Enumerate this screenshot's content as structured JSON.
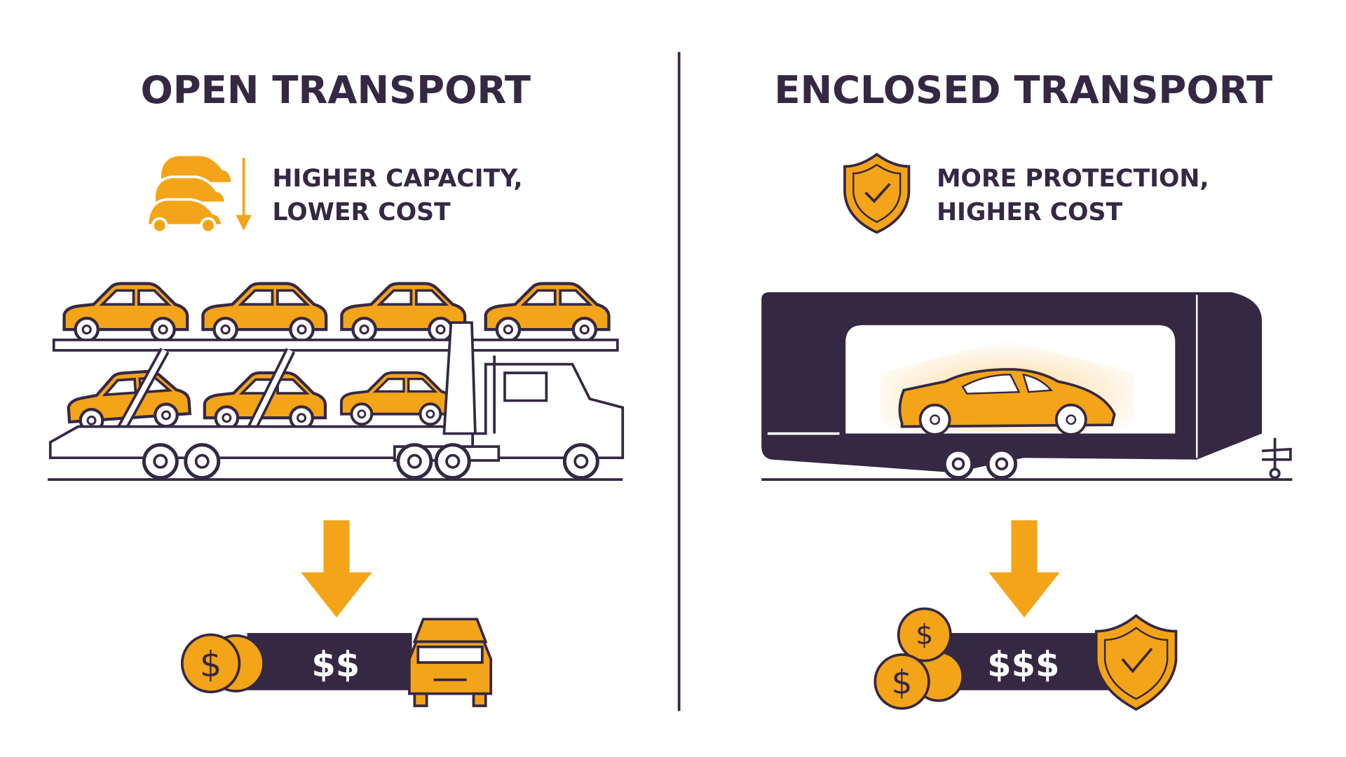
{
  "colors": {
    "purple": "#352843",
    "orange": "#f4a418",
    "white": "#ffffff"
  },
  "left": {
    "title": "OPEN TRANSPORT",
    "benefit_line1": "HIGHER CAPACITY,",
    "benefit_line2": "LOWER COST",
    "benefit_icon": "stacked-cars-down-arrow-icon",
    "price": "$$",
    "price_icons": [
      "coin-icon",
      "car-front-icon"
    ]
  },
  "right": {
    "title": "ENCLOSED TRANSPORT",
    "benefit_line1": "MORE PROTECTION,",
    "benefit_line2": "HIGHER COST",
    "benefit_icon": "shield-check-icon",
    "price": "$$$",
    "price_icons": [
      "coins-icon",
      "shield-check-icon"
    ]
  }
}
